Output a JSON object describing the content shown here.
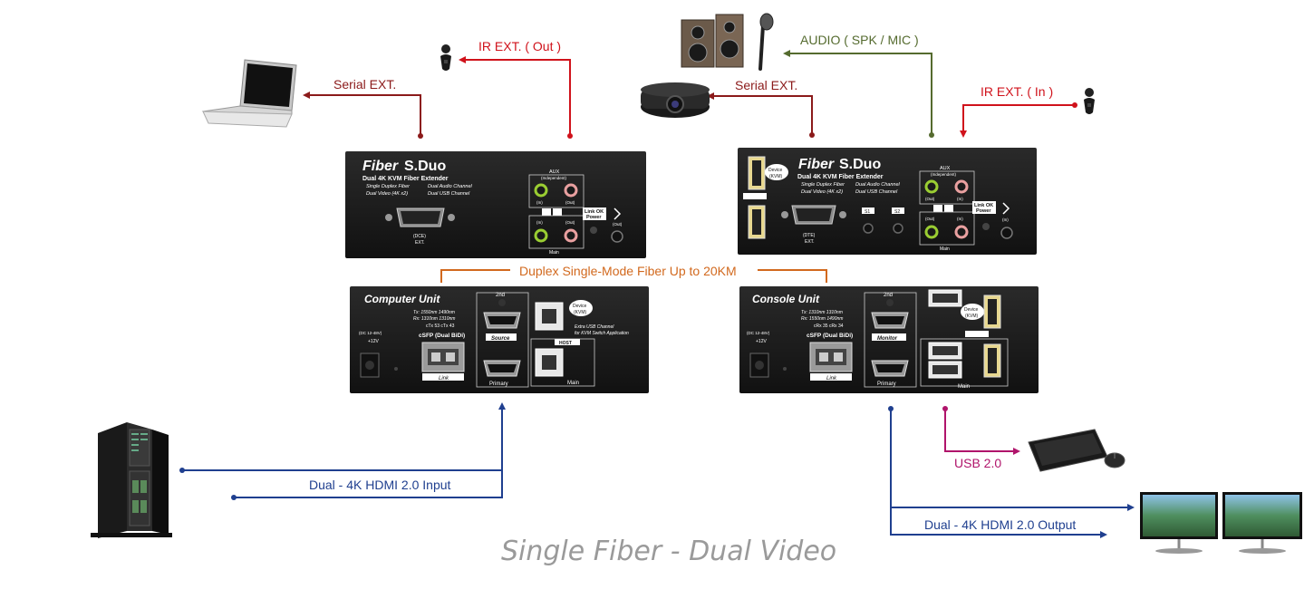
{
  "labels": {
    "ir_out": "IR EXT. ( Out )",
    "serial_left": "Serial EXT.",
    "audio": "AUDIO ( SPK / MIC )",
    "serial_right": "Serial EXT.",
    "ir_in": "IR EXT. ( In )",
    "fiber": "Duplex Single-Mode Fiber Up to 20KM",
    "hdmi_input": "Dual - 4K HDMI 2.0 Input",
    "usb": "USB 2.0",
    "hdmi_output": "Dual - 4K HDMI 2.0 Output",
    "tagline": "Single Fiber - Dual Video"
  },
  "front_left": {
    "brand": "Fiber",
    "model": "S.Duo",
    "subtitle": "Dual 4K KVM Fiber Extender",
    "feat1": "Single Duplex Fiber",
    "feat2": "Dual Audio Channel",
    "feat3": "Dual Video  (4K x2)",
    "feat4": "Dual USB Channel",
    "aux": "AUX",
    "independent": "(Independent)",
    "in": "(In)",
    "out": "(Out)",
    "main": "Main",
    "link_ok": "Link OK",
    "power": "Power",
    "port": "(DCE)",
    "ext": "EXT."
  },
  "front_right": {
    "brand": "Fiber",
    "model": "S.Duo",
    "subtitle": "Dual 4K KVM Fiber Extender",
    "feat1": "Single Duplex Fiber",
    "feat2": "Dual Audio Channel",
    "feat3": "Dual Video  (4K x2)",
    "feat4": "Dual USB Channel",
    "aux": "AUX",
    "independent": "(Independent)",
    "in": "(In)",
    "out": "(Out)",
    "main": "Main",
    "link_ok": "Link OK",
    "power": "Power",
    "port": "(DTE)",
    "ext": "EXT.",
    "device": "Device",
    "kvm": "(KVM)",
    "s1": "S1",
    "s2": "S2"
  },
  "rear_left": {
    "title": "Computer Unit",
    "tx": "Tx:  1550nm    1490nm",
    "rx": "Rx:  1310nm    1310nm",
    "codes": "cTx 53    cTx 43",
    "sfp": "cSFP (Dual BiDi)",
    "link": "Link",
    "dc": "(DC 12-48V)",
    "plus12": "+12V",
    "second": "2nd",
    "source": "Source",
    "primary": "Primary",
    "host": "HOST",
    "main": "Main",
    "device": "Device",
    "kvm": "(KVM)",
    "extra1": "Extra USB Channel",
    "extra2": "for KVM Switch Application"
  },
  "rear_right": {
    "title": "Console Unit",
    "tx": "Tx:  1310nm    1310nm",
    "rx": "Rx:  1550nm    1490nm",
    "codes": "cRx 35    cRx 34",
    "sfp": "cSFP (Dual BiDi)",
    "link": "Link",
    "dc": "(DC 12-48V)",
    "plus12": "+12V",
    "second": "2nd",
    "monitor": "Monitor",
    "primary": "Primary",
    "main": "Main",
    "device": "Device",
    "kvm": "(KVM)"
  },
  "colors": {
    "red": "#d0121b",
    "darkred": "#8b1a1a",
    "olive": "#556b2f",
    "orange": "#d2691e",
    "blue": "#1f3f8f",
    "magenta": "#b0146b",
    "tagline": "#9a9a9a",
    "unit": "#1c1c1c"
  },
  "icons": [
    "laptop-icon",
    "ir-sensor-icon",
    "projector-icon",
    "speaker-icon",
    "microphone-icon",
    "keyboard-icon",
    "mouse-icon",
    "server-tower-icon",
    "monitor-icon"
  ]
}
